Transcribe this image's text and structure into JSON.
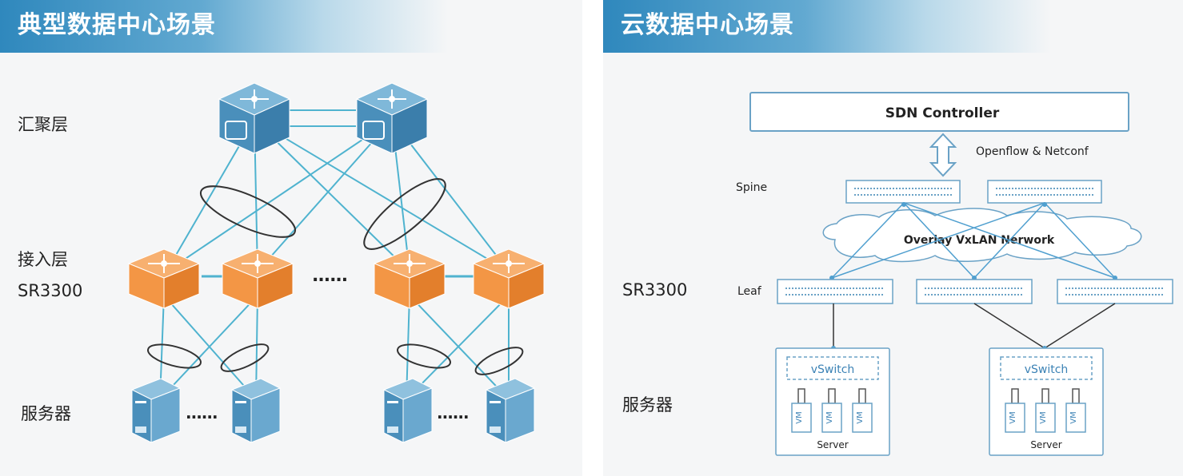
{
  "left": {
    "title": "典型数据中心场景",
    "layers": {
      "aggregation": "汇聚层",
      "access": "接入层",
      "access_model": "SR3300",
      "servers": "服务器"
    },
    "ellipsis": "......",
    "server_ellipsis": "......"
  },
  "right": {
    "title": "云数据中心场景",
    "controller": "SDN Controller",
    "protocol": "Openflow & Netconf",
    "spine": "Spine",
    "overlay": "Overlay VxLAN Nerwork",
    "leaf": "Leaf",
    "leaf_model": "SR3300",
    "servers_layer": "服务器",
    "vswitch": "vSwitch",
    "vm": "VM",
    "server": "Server"
  },
  "colors": {
    "banner": "#2f88bd",
    "link": "#4fb3cf",
    "core_switch": "#4e93bd",
    "access_switch": "#f59a4a",
    "server": "#5a9ec8",
    "box_border": "#6aa2c6"
  }
}
